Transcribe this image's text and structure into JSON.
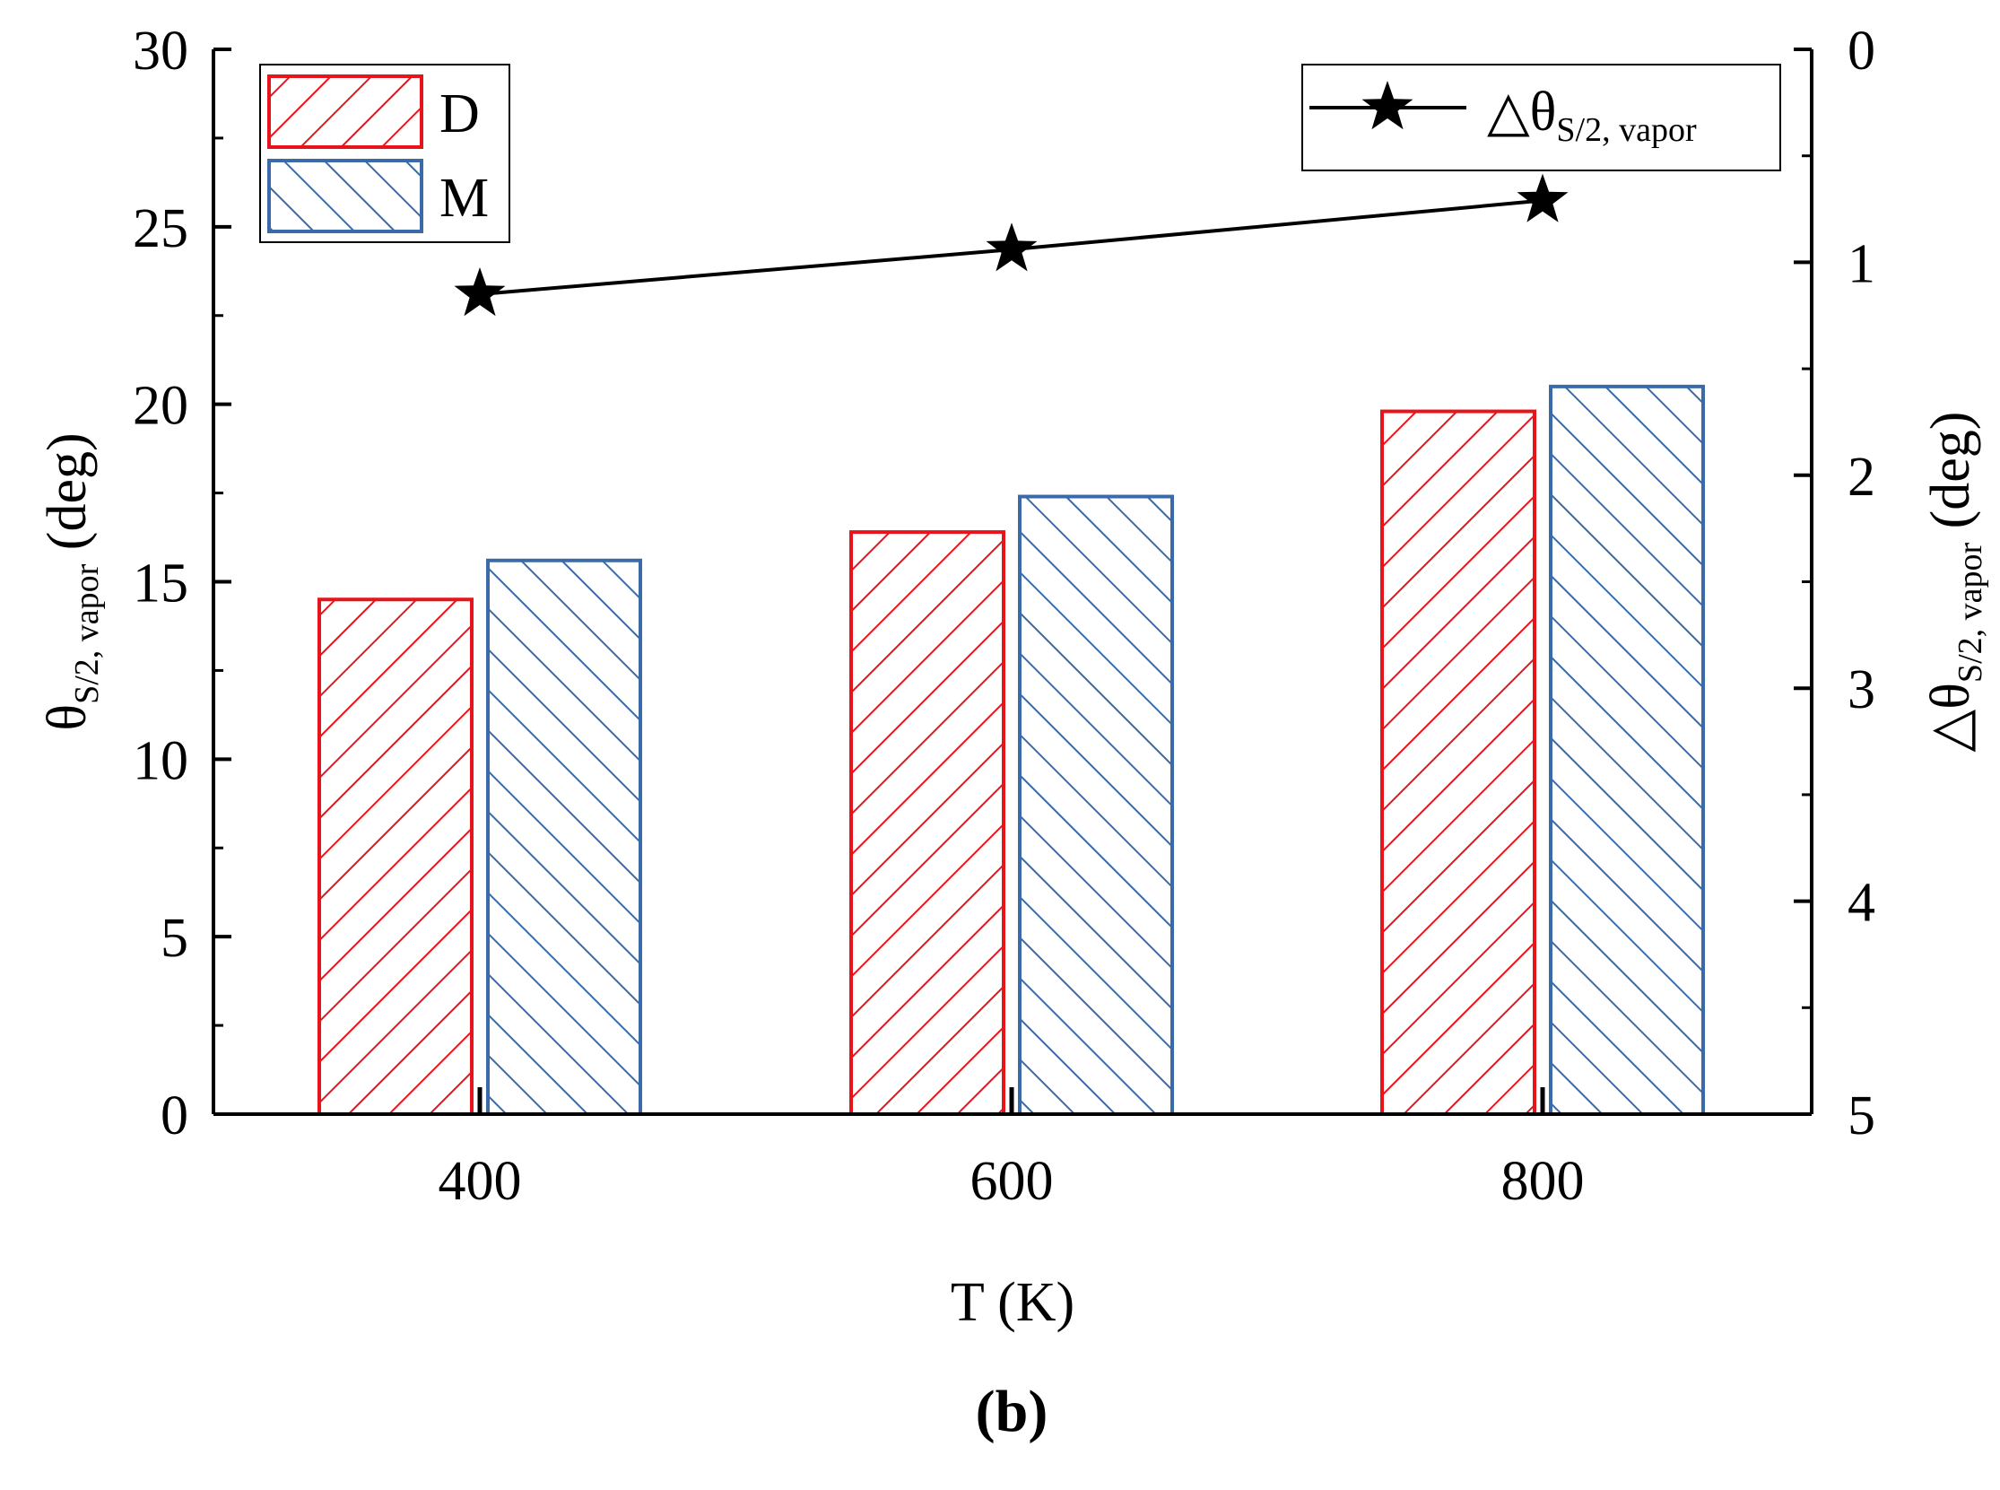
{
  "chart_data": {
    "type": "bar",
    "categories": [
      "400",
      "600",
      "800"
    ],
    "series": [
      {
        "name": "D",
        "values": [
          14.5,
          16.4,
          19.8
        ],
        "color": "#e8141c",
        "hatch": "forward"
      },
      {
        "name": "M",
        "values": [
          15.6,
          17.4,
          20.5
        ],
        "color": "#3a6ba8",
        "hatch": "backward"
      }
    ],
    "line_series": {
      "name_main": "△θ",
      "name_sub": "S/2, vapor",
      "x": [
        "400",
        "600",
        "800"
      ],
      "values": [
        1.15,
        0.94,
        0.71
      ],
      "color": "#000000",
      "marker": "star"
    },
    "x_axis": {
      "label": "T (K)",
      "ticks": [
        "400",
        "600",
        "800"
      ]
    },
    "y_left": {
      "label_main": "θ",
      "label_sub": "S/2, vapor",
      "label_unit": " (deg)",
      "range": [
        0,
        30
      ],
      "ticks": [
        "0",
        "5",
        "10",
        "15",
        "20",
        "25",
        "30"
      ]
    },
    "y_right": {
      "label_main": "△θ",
      "label_sub": "S/2, vapor",
      "label_unit": " (deg)",
      "range": [
        0,
        5
      ],
      "inverted": true,
      "ticks": [
        "0",
        "1",
        "2",
        "3",
        "4",
        "5"
      ]
    },
    "legend_bars_position": "top-left",
    "legend_line_position": "top-right",
    "grid": false,
    "panel_label": "(b)"
  }
}
